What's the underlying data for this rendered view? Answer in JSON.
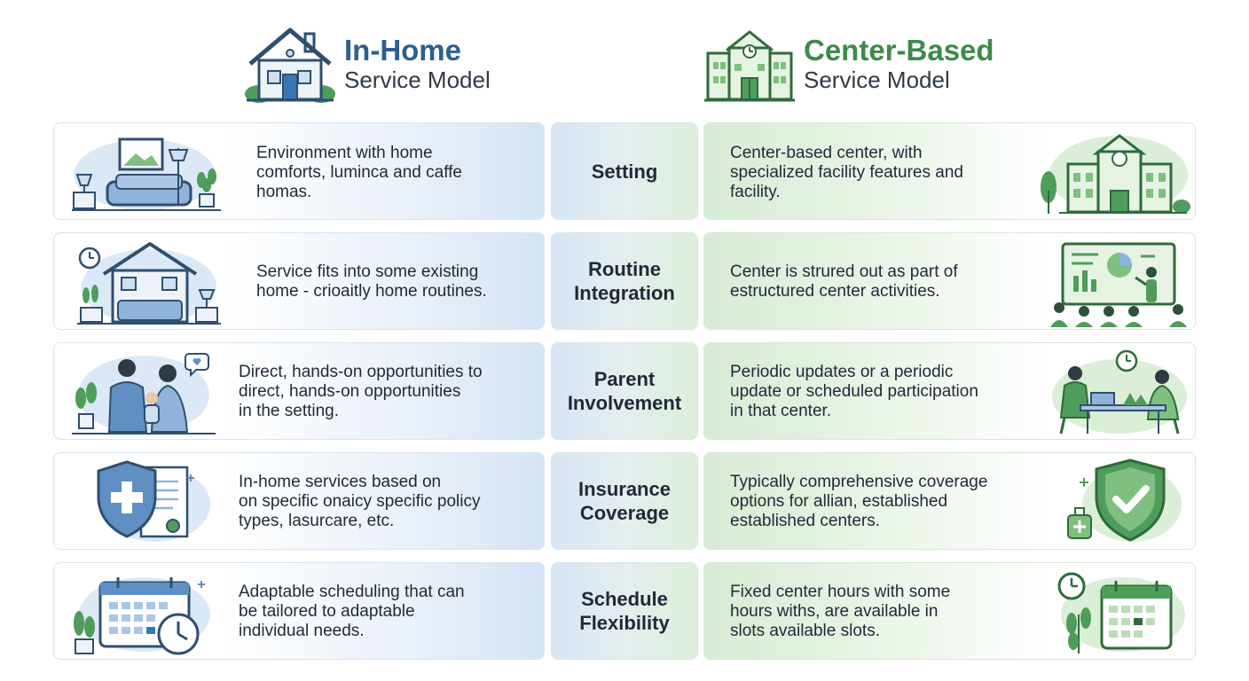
{
  "header": {
    "left": {
      "title": "In-Home",
      "subtitle": "Service Model"
    },
    "right": {
      "title": "Center-Based",
      "subtitle": "Service Model"
    }
  },
  "rows": [
    {
      "category": "Setting",
      "in_home": "Environment with home\ncomforts, luminca and caffe\nhomas.",
      "center": "Center-based center, with\nspecialized facility features and\nfacility."
    },
    {
      "category": "Routine\nIntegration",
      "in_home": "Service fits into some existing\nhome - crioaitly home routines.",
      "center": "Center is strured out as part of\nestructured center activities."
    },
    {
      "category": "Parent\nInvolvement",
      "in_home": "Direct, hands-on opportunities to\ndirect, hands-on opportunities\nin the setting.",
      "center": "Periodic updates or a periodic\nupdate or scheduled participation\nin that center."
    },
    {
      "category": "Insurance\nCoverage",
      "in_home": "In-home services based on\non specific onaicy specific policy\ntypes, lasurcare, etc.",
      "center": "Typically comprehensive coverage\noptions for allian, established\nestablished centers."
    },
    {
      "category": "Schedule\nFlexibility",
      "in_home": "Adaptable scheduling that can\nbe tailored to adaptable\nindividual needs.",
      "center": "Fixed center hours with some\nhours withs, are available in\nslots available slots."
    }
  ],
  "colors": {
    "in_home_accent": "#2f5f8f",
    "center_accent": "#3d8a4a"
  }
}
